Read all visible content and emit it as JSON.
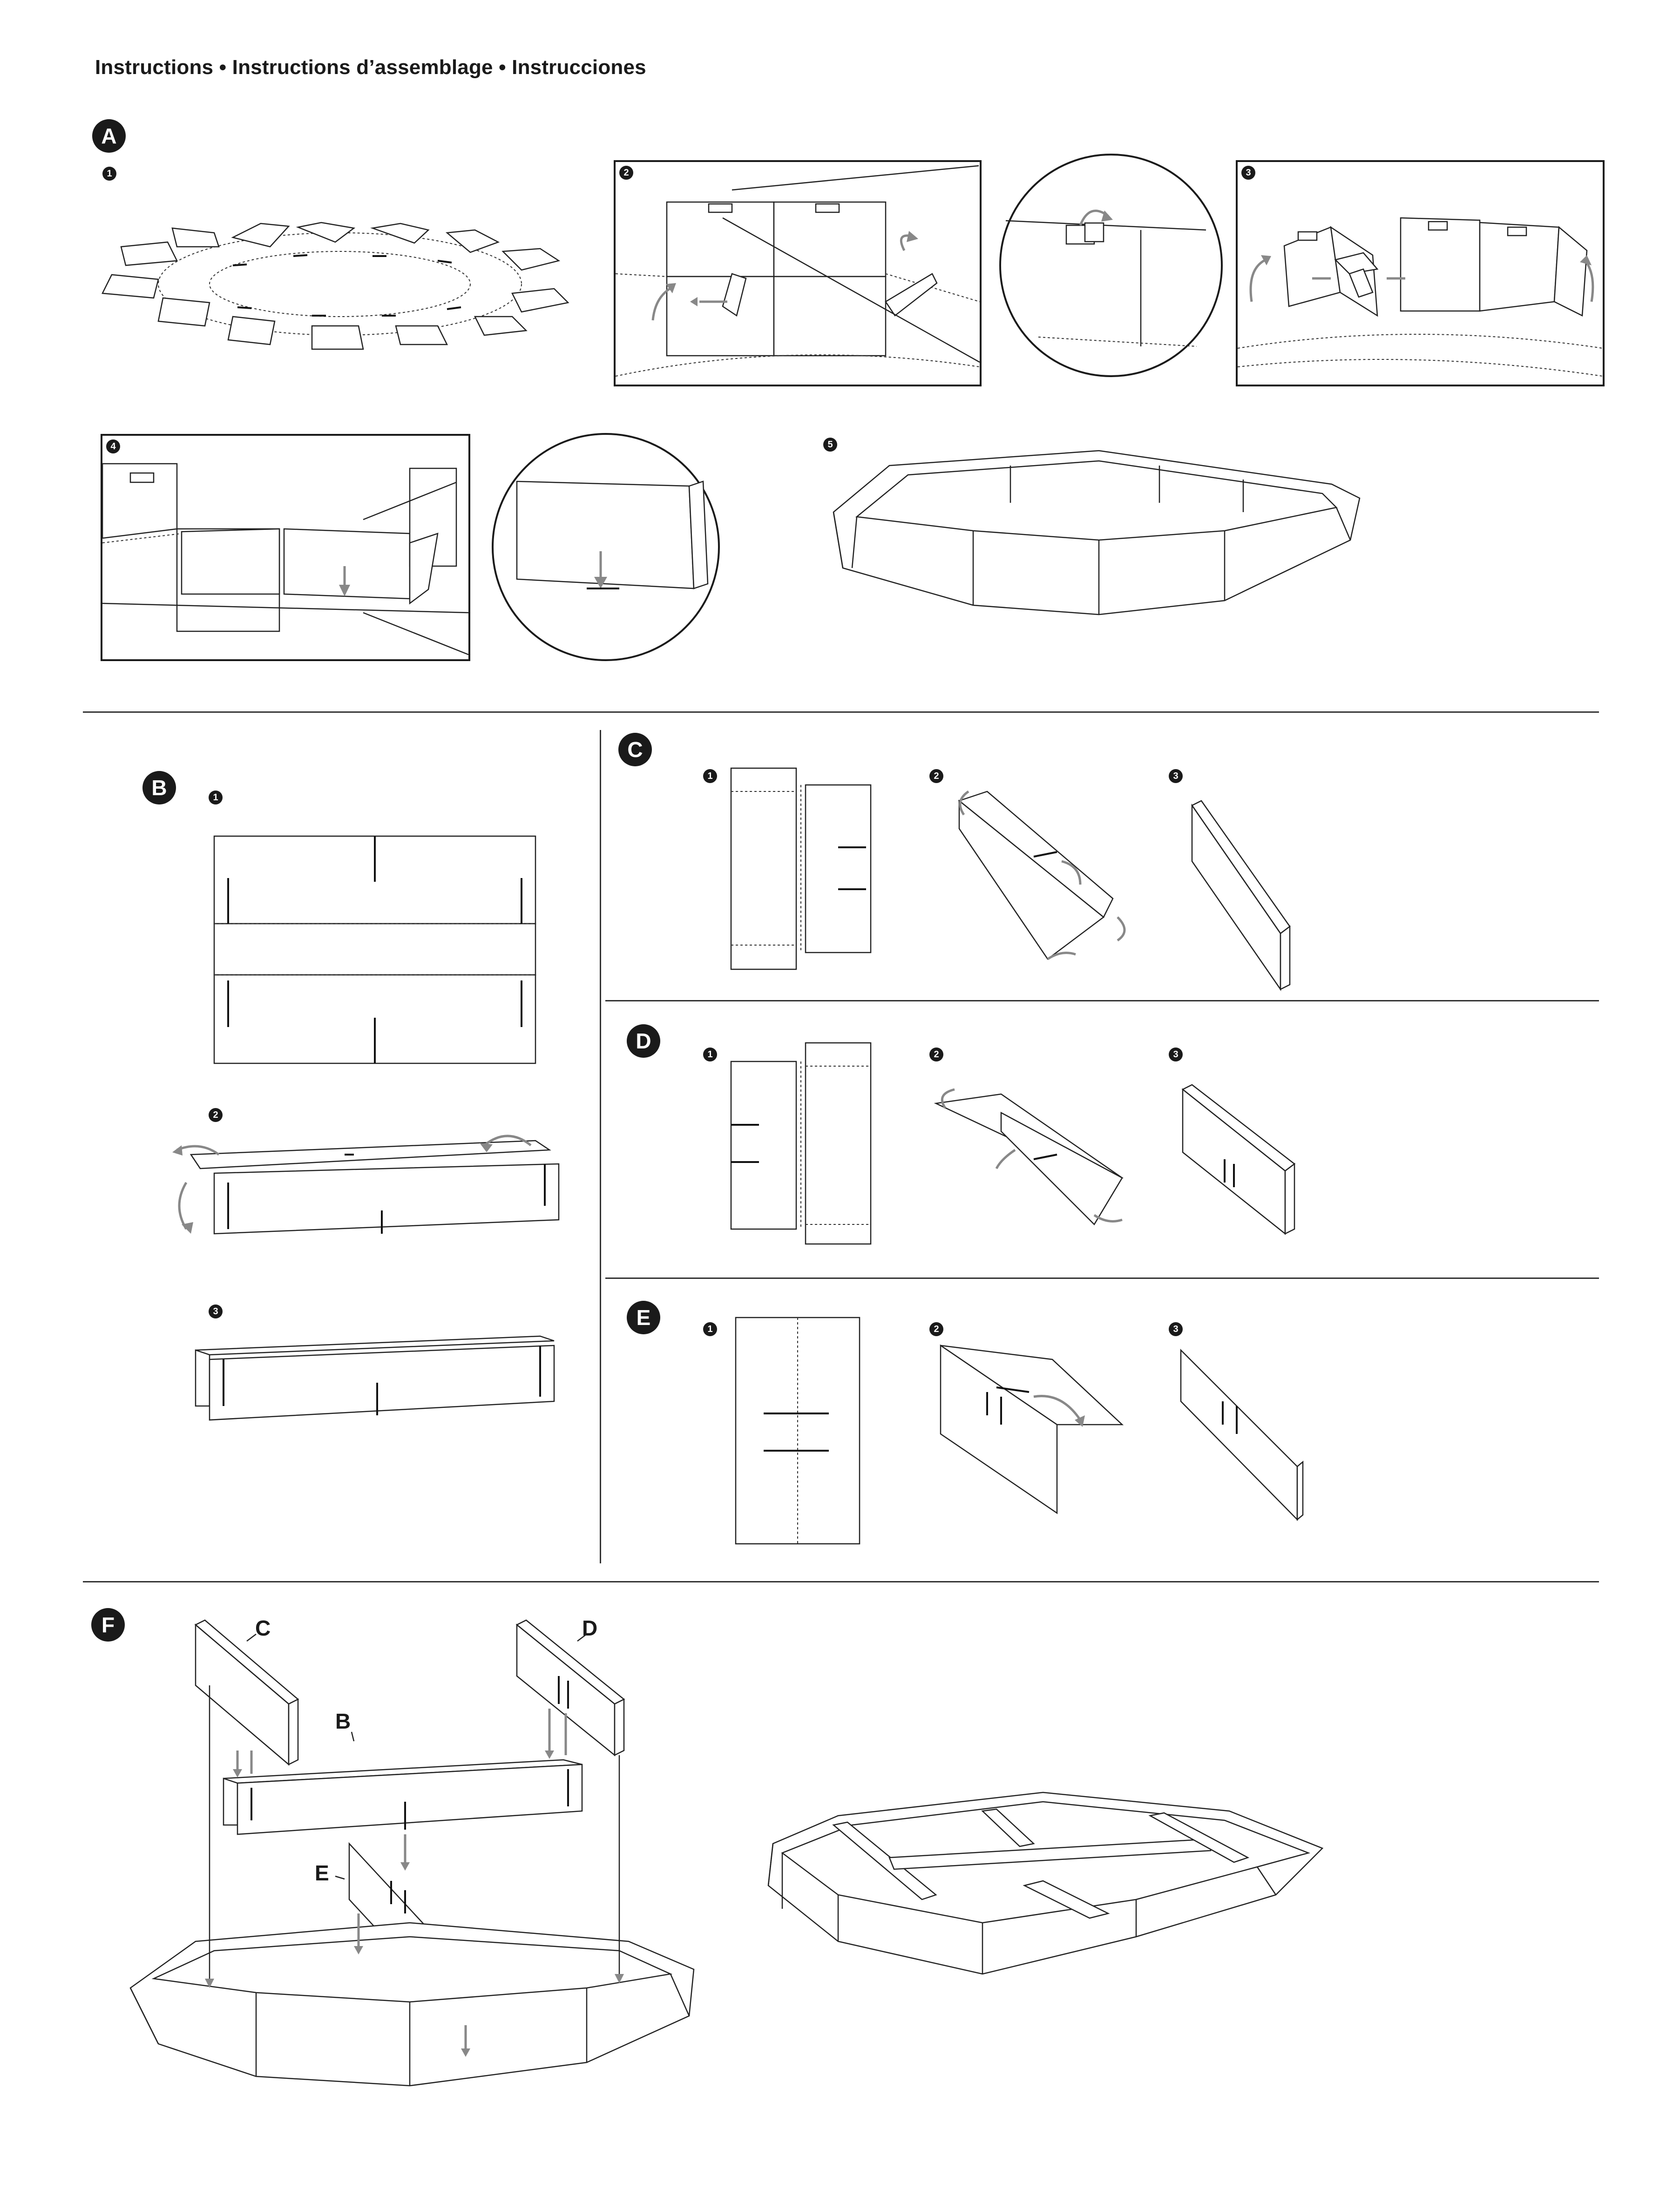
{
  "title": "Instructions • Instructions d’assemblage • Instrucciones",
  "sections": {
    "a": {
      "label": "A",
      "steps": [
        "1",
        "2",
        "3",
        "4",
        "5"
      ]
    },
    "b": {
      "label": "B",
      "steps": [
        "1",
        "2",
        "3"
      ]
    },
    "c": {
      "label": "C",
      "steps": [
        "1",
        "2",
        "3"
      ]
    },
    "d": {
      "label": "D",
      "steps": [
        "1",
        "2",
        "3"
      ]
    },
    "e": {
      "label": "E",
      "steps": [
        "1",
        "2",
        "3"
      ]
    },
    "f": {
      "label": "F",
      "part_labels": {
        "c": "C",
        "d": "D",
        "b": "B",
        "e": "E"
      }
    }
  },
  "icons": {
    "arrow": "grey-curved-arrow",
    "step": "numbered-circle-badge"
  },
  "colors": {
    "ink": "#1a1a1a",
    "arrow": "#888888",
    "paper": "#ffffff"
  }
}
